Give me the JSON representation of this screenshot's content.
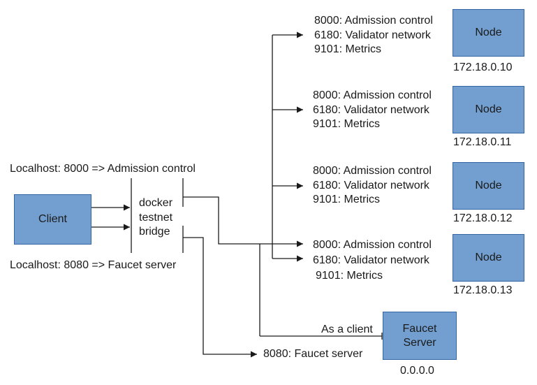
{
  "client": {
    "label": "Client",
    "localhost_8000": "Localhost: 8000 => Admission control",
    "localhost_8080": "Localhost: 8080 => Faucet server"
  },
  "bridge": {
    "line1": "docker",
    "line2": "testnet",
    "line3": "bridge"
  },
  "nodes": [
    {
      "label": "Node",
      "ip": "172.18.0.10",
      "port1": "8000: Admission control",
      "port2": "6180: Validator network",
      "port3": "9101: Metrics"
    },
    {
      "label": "Node",
      "ip": "172.18.0.11",
      "port1": "8000: Admission control",
      "port2": "6180: Validator network",
      "port3": "9101: Metrics"
    },
    {
      "label": "Node",
      "ip": "172.18.0.12",
      "port1": "8000: Admission control",
      "port2": "6180: Validator network",
      "port3": "9101: Metrics"
    },
    {
      "label": "Node",
      "ip": "172.18.0.13",
      "port1": "8000: Admission control",
      "port2": "6180: Validator network",
      "port3": "9101: Metrics"
    }
  ],
  "faucet": {
    "label_line1": "Faucet",
    "label_line2": "Server",
    "ip": "0.0.0.0",
    "as_client": "As a client",
    "port": "8080: Faucet server"
  },
  "colors": {
    "box_fill": "#729fcf",
    "box_border": "#3465a4",
    "line": "#1a1a1a"
  }
}
